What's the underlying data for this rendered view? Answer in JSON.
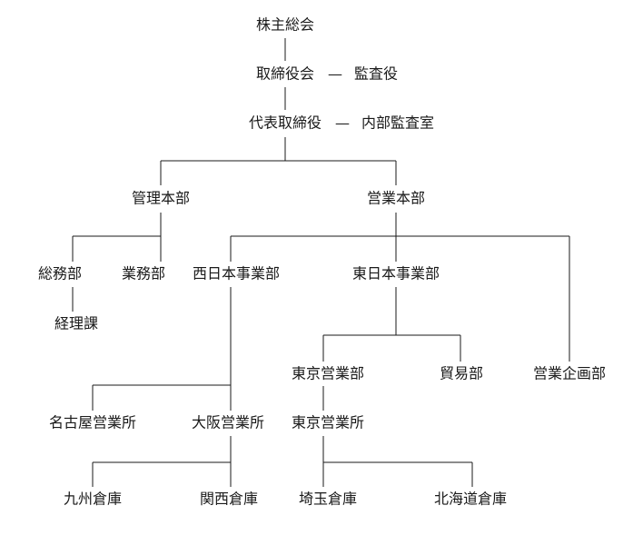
{
  "org_chart": {
    "shareholders_meeting": "株主総会",
    "board_of_directors": "取締役会",
    "audit_board": "監査役",
    "representative_director": "代表取締役",
    "internal_audit_office": "内部監査室",
    "dash": "—",
    "admin_division": "管理本部",
    "sales_division": "営業本部",
    "general_affairs_dept": "総務部",
    "operations_dept": "業務部",
    "accounting_section": "経理課",
    "west_japan_business_dept": "西日本事業部",
    "east_japan_business_dept": "東日本事業部",
    "sales_planning_dept": "営業企画部",
    "tokyo_sales_dept": "東京営業部",
    "trade_dept": "貿易部",
    "nagoya_sales_office": "名古屋営業所",
    "osaka_sales_office": "大阪営業所",
    "tokyo_sales_office": "東京営業所",
    "kyushu_warehouse": "九州倉庫",
    "kansai_warehouse": "関西倉庫",
    "saitama_warehouse": "埼玉倉庫",
    "hokkaido_warehouse": "北海道倉庫"
  }
}
